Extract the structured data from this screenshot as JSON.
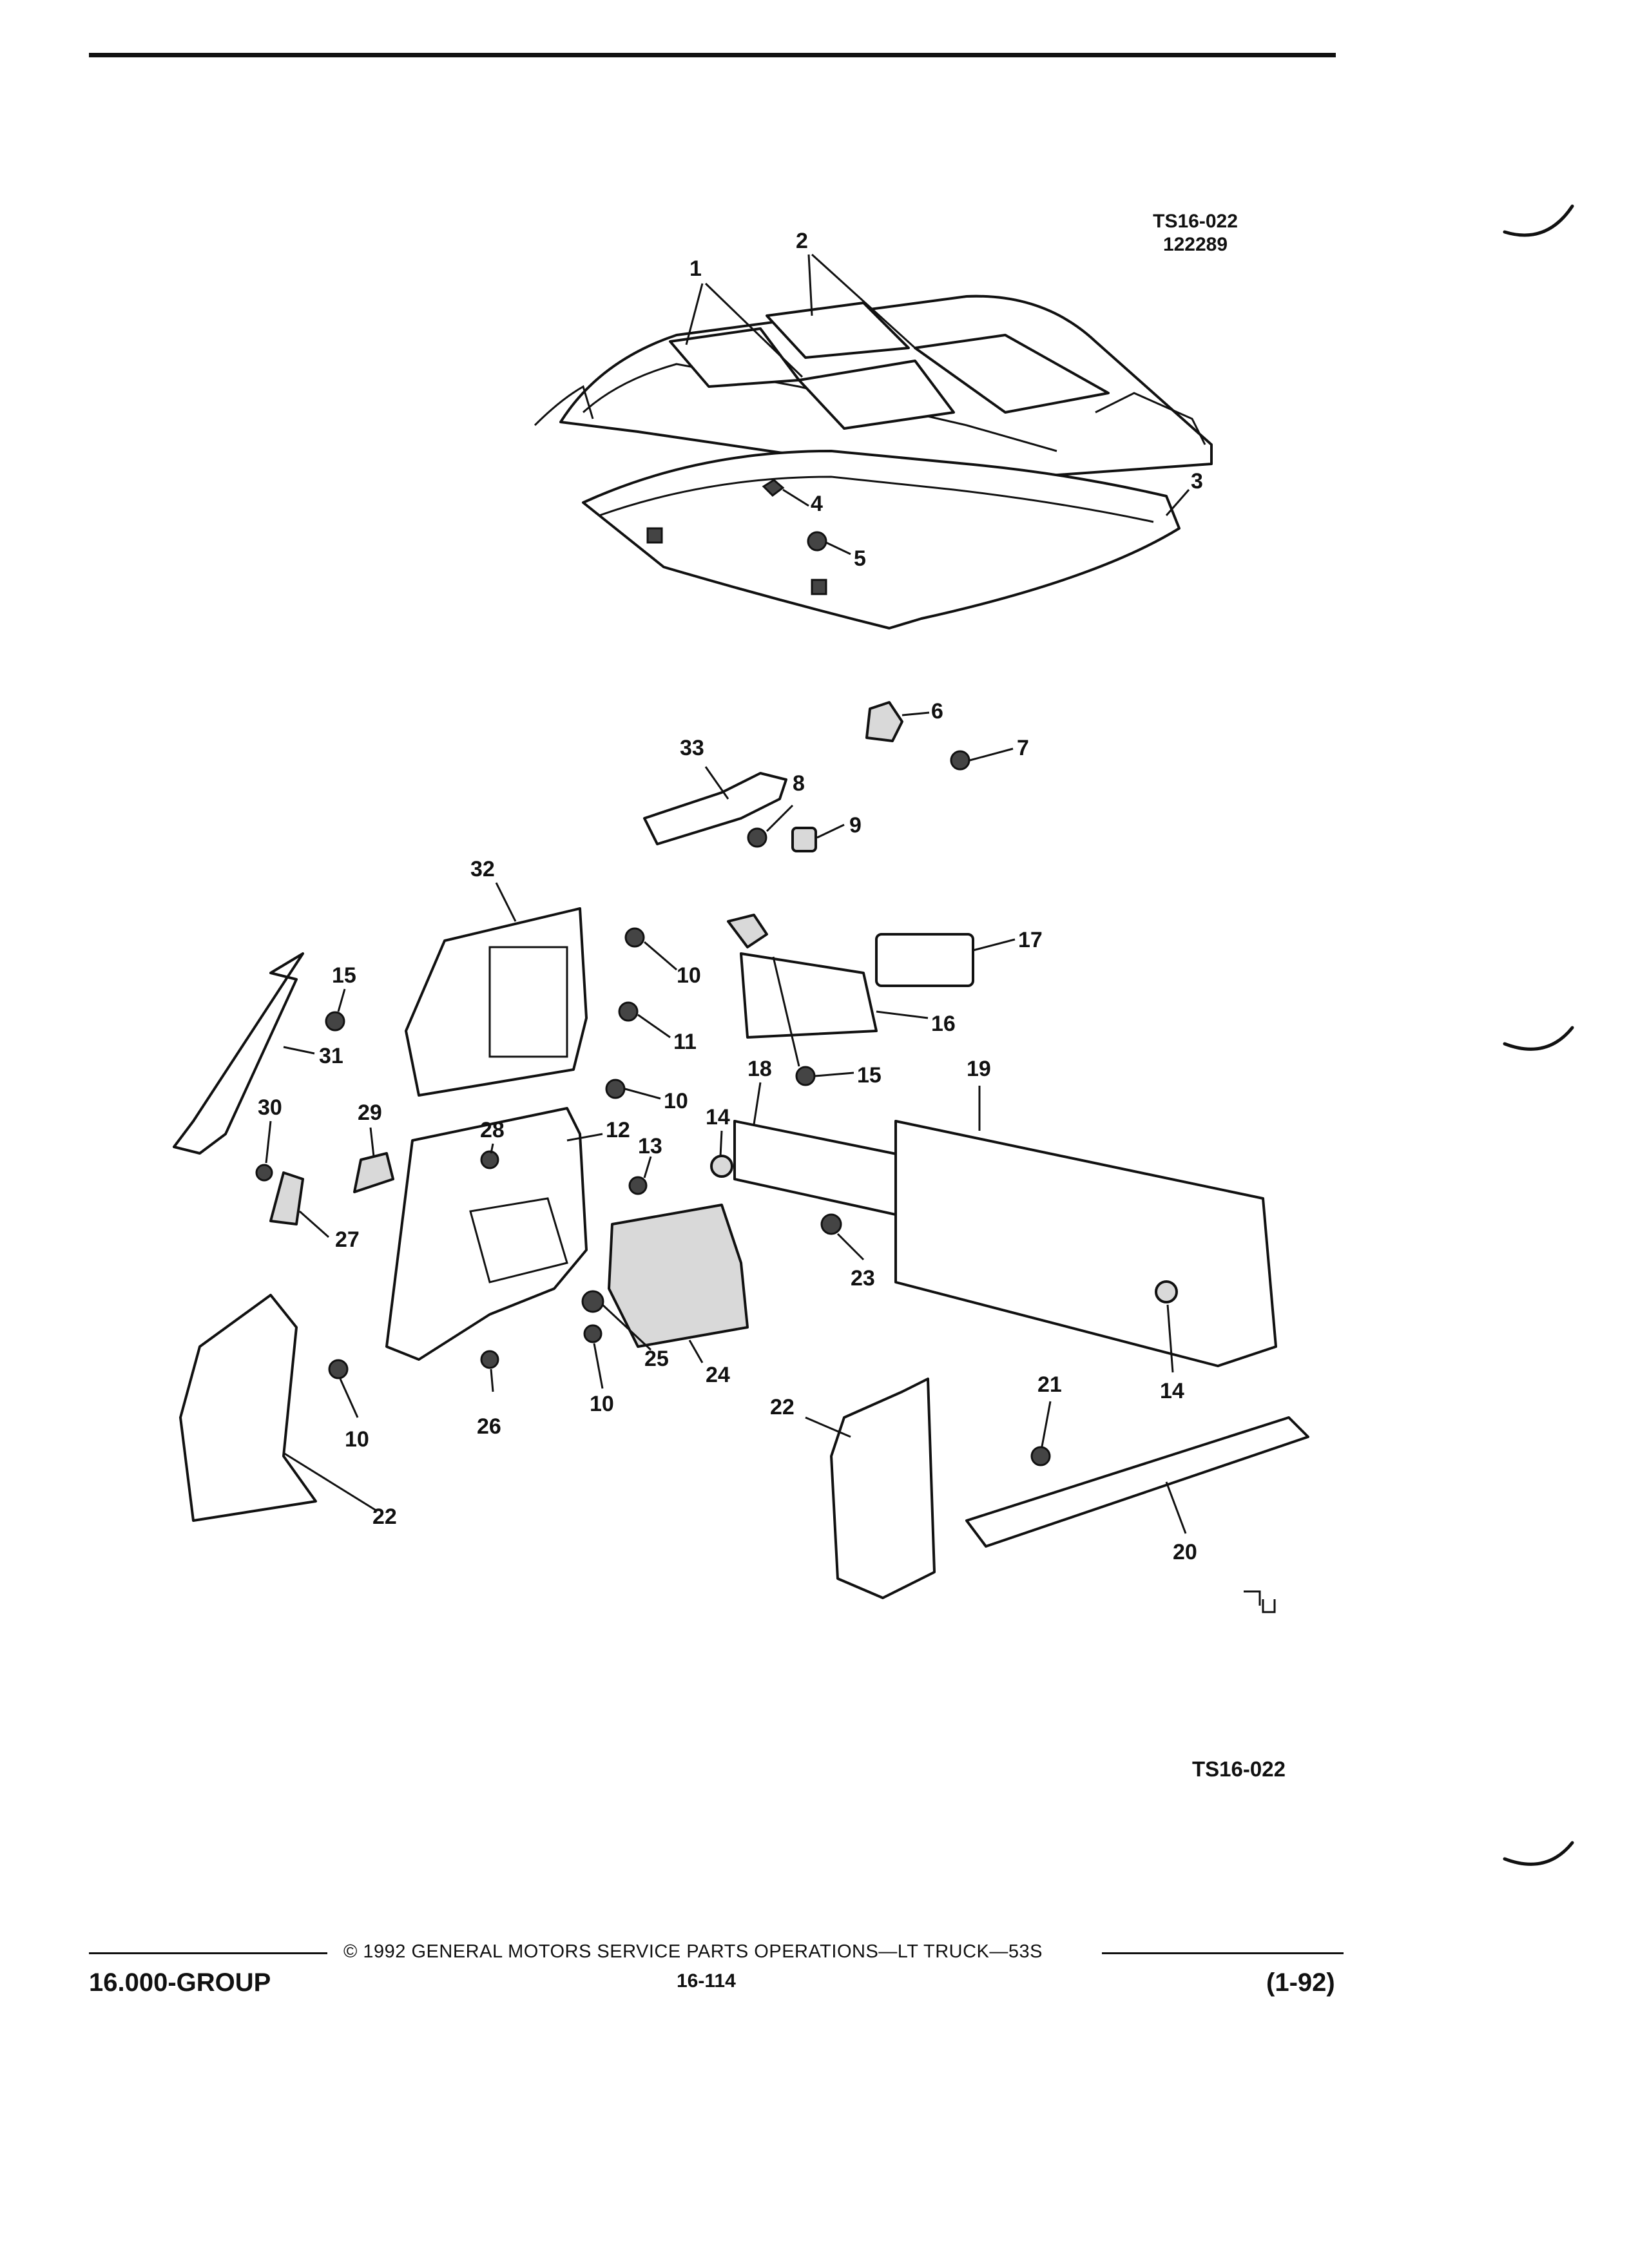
{
  "drawing_code": "TS16-022",
  "drawing_number": "122289",
  "drawing_code_bottom": "TS16-022",
  "callouts": [
    "1",
    "2",
    "3",
    "4",
    "5",
    "6",
    "7",
    "8",
    "9",
    "10",
    "11",
    "12",
    "13",
    "14",
    "15",
    "16",
    "17",
    "18",
    "19",
    "20",
    "21",
    "22",
    "23",
    "24",
    "25",
    "26",
    "27",
    "28",
    "29",
    "30",
    "31",
    "32",
    "33"
  ],
  "footer": {
    "copyright": "© 1992 GENERAL MOTORS SERVICE PARTS OPERATIONS—LT TRUCK—53S",
    "group": "16.000-GROUP",
    "page": "16-114",
    "revision": "(1-92)"
  }
}
